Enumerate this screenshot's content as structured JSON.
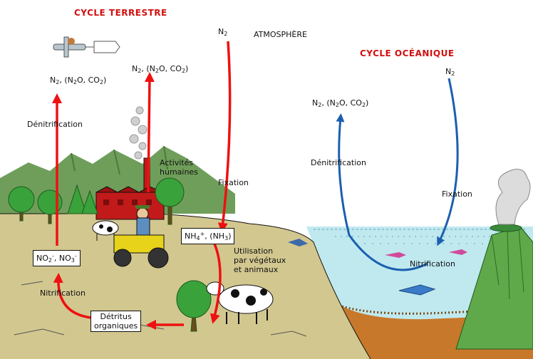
{
  "titles": {
    "terrestrial": "CYCLE TERRESTRE",
    "oceanic": "CYCLE OCÉANIQUE"
  },
  "atmosphere": {
    "n2_prefix": "N",
    "n2_sub": "2",
    "label": "ATMOSPHÈRE"
  },
  "ocean_n2": {
    "prefix": "N",
    "sub": "2"
  },
  "gas_mix": {
    "n_prefix": "N",
    "n_sub": "2",
    "open": ", (N",
    "n2o_sub": "2",
    "o_co": "O, CO",
    "co2_sub": "2",
    "close": ")"
  },
  "processes": {
    "denitrification_land": "Dénitrification",
    "denitrification_ocean": "Dénitrification",
    "fixation_land": "Fixation",
    "fixation_ocean": "Fixation",
    "nitrification_land": "Nitrification",
    "nitrification_ocean": "Nitrification"
  },
  "human_activities": {
    "line1": "Activités",
    "line2": "humaines"
  },
  "utilisation": {
    "line1": "Utilisation",
    "line2": "par végétaux",
    "line3": "et animaux"
  },
  "boxes": {
    "ammonium": {
      "a": "NH",
      "a_sup": "4",
      "plus": "+",
      "b": ", (NH",
      "b_sub": "3",
      "c": ")"
    },
    "nitrite_nitrate": {
      "a": "NO",
      "a_sub": "2",
      "a_sup": "-",
      "b": ", NO",
      "b_sub": "3",
      "b_sup": "-"
    },
    "detritus": {
      "line1": "Détritus",
      "line2": "organiques"
    }
  },
  "colors": {
    "terrestrial_arrow": "#ee1111",
    "oceanic_arrow": "#1c5fb0",
    "title_red": "#d40f0f",
    "ground": "#d2c78f",
    "ocean": "#bfe9ef",
    "mountain": "#6f9e5a",
    "tree": "#3aa23a",
    "factory": "#c21a1a",
    "volcano": "#5fa94a",
    "seabed": "#c8782a"
  }
}
